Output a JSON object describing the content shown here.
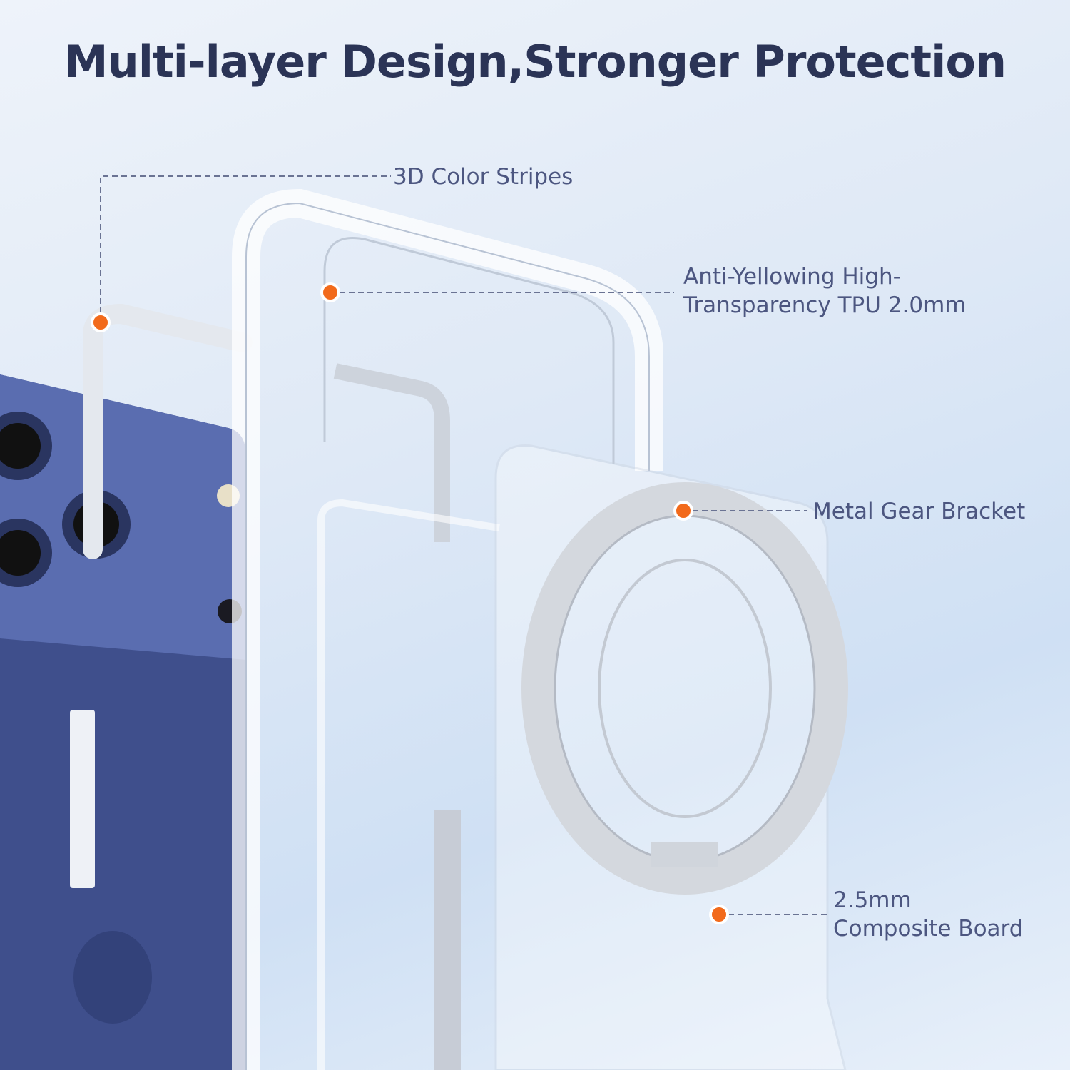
{
  "title": "Multi-layer Design,Stronger Protection",
  "callouts": [
    {
      "line1": "3D Color Stripes"
    },
    {
      "line1": "Anti-Yellowing High-",
      "line2": "Transparency TPU 2.0mm"
    },
    {
      "line1": "Metal Gear Bracket"
    },
    {
      "line1": "2.5mm",
      "line2": "Composite Board"
    }
  ],
  "colors": {
    "title": "#2b3456",
    "label": "#4c5680",
    "dot": "#f26a1b",
    "phone": "#3f4f8c"
  }
}
